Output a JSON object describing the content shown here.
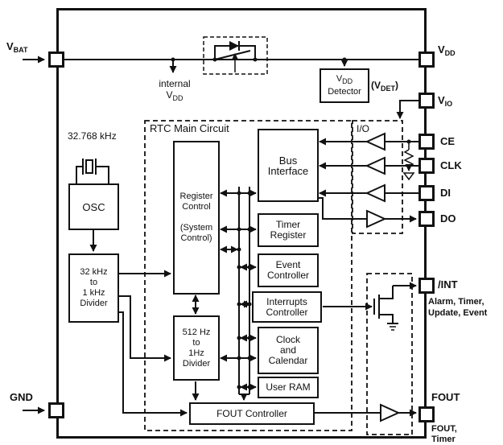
{
  "pins": {
    "vbat": {
      "main": "V",
      "sub": "BAT"
    },
    "gnd": {
      "label": "GND"
    },
    "vdd": {
      "main": "V",
      "sub": "DD"
    },
    "vio": {
      "main": "V",
      "sub": "IO"
    },
    "ce": {
      "label": "CE"
    },
    "clk": {
      "label": "CLK"
    },
    "di": {
      "label": "DI"
    },
    "do": {
      "label": "DO"
    },
    "int": {
      "label": "/INT"
    },
    "fout": {
      "label": "FOUT"
    }
  },
  "annotations": {
    "internal_vdd_line1": "internal",
    "internal_vdd_main": "V",
    "internal_vdd_sub": "DD",
    "vdet_pre": "(V",
    "vdet_sub": "DET",
    "vdet_post": ")",
    "crystal_freq": "32.768 kHz",
    "rtc_main_label": "RTC Main Circuit",
    "io_label": "I/O",
    "int_events_line1": "Alarm, Timer,",
    "int_events_line2": "Update, Event",
    "fout_events_line1": "FOUT,",
    "fout_events_line2": "Timer"
  },
  "blocks": {
    "osc": {
      "label": "OSC"
    },
    "divider32": {
      "lines": [
        "32 kHz",
        "to",
        "1 kHz",
        "Divider"
      ]
    },
    "register_control": {
      "lines": [
        "Register",
        "Control",
        "",
        "(System",
        "Control)"
      ]
    },
    "bus_interface": {
      "lines": [
        "Bus",
        "Interface"
      ]
    },
    "timer_register": {
      "lines": [
        "Timer",
        "Register"
      ]
    },
    "event_controller": {
      "lines": [
        "Event",
        "Controller"
      ]
    },
    "interrupts_controller": {
      "lines": [
        "Interrupts",
        "Controller"
      ]
    },
    "clock_calendar": {
      "lines": [
        "Clock",
        "and",
        "Calendar"
      ]
    },
    "user_ram": {
      "label": "User RAM"
    },
    "divider512": {
      "lines": [
        "512 Hz",
        "to",
        "1Hz",
        "Divider"
      ]
    },
    "fout_controller": {
      "label": "FOUT Controller"
    },
    "vdd_detector": {
      "line1_main": "V",
      "line1_sub": "DD",
      "line2": "Detector"
    }
  },
  "colors": {
    "line": "#111111",
    "background": "#ffffff"
  }
}
